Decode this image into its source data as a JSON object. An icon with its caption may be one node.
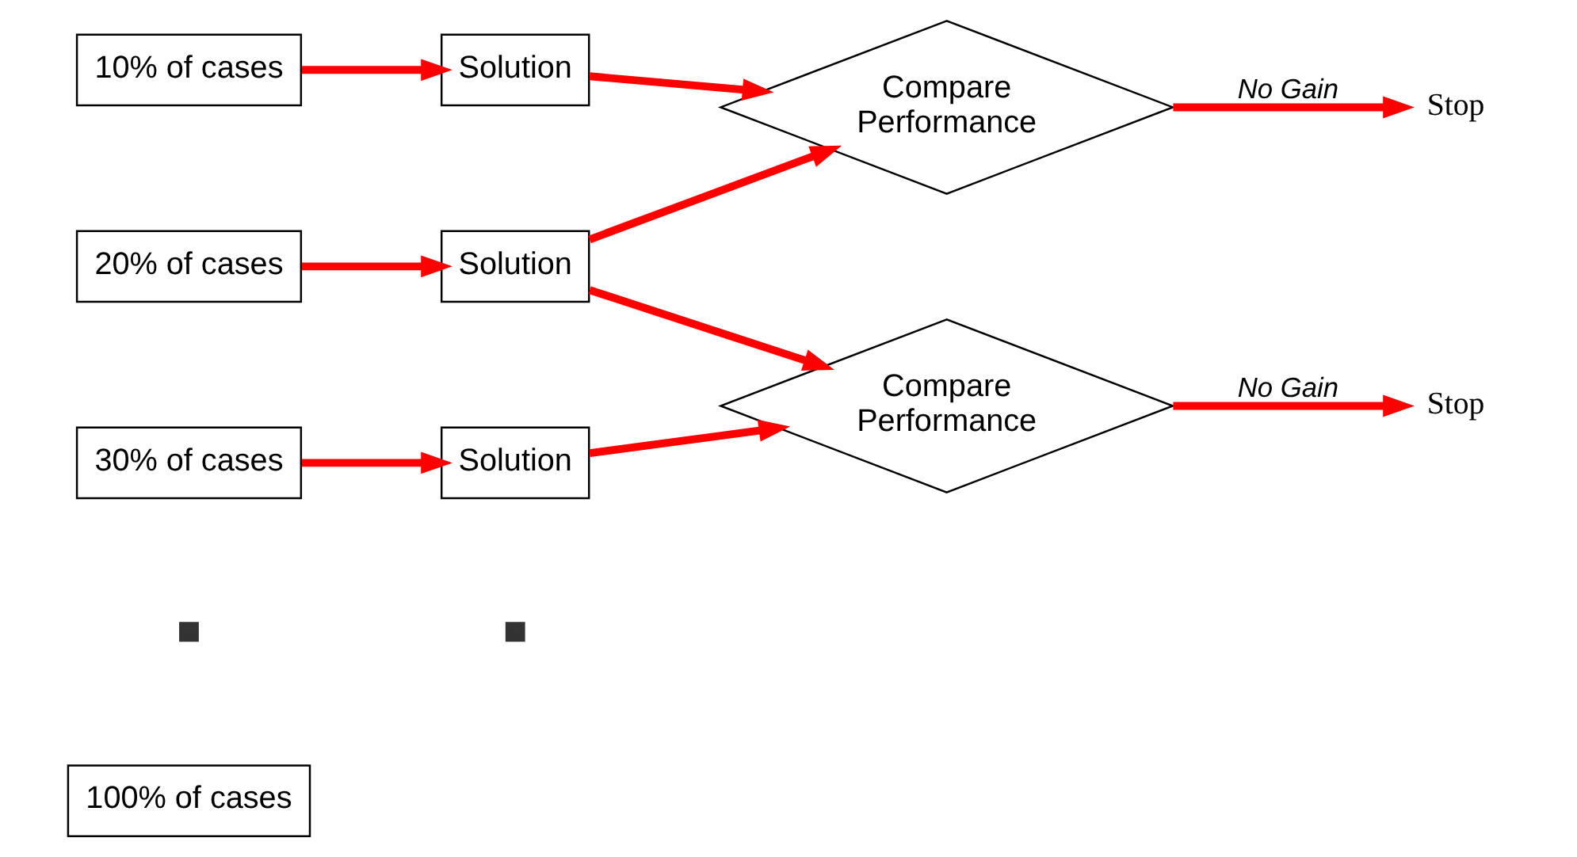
{
  "diagram": {
    "nodes": [
      {
        "text": [
          "10% of cases"
        ]
      },
      {
        "text": [
          "Solution"
        ]
      },
      {
        "text": [
          "Compare Performance"
        ]
      },
      {
        "text": [
          "Stop"
        ]
      },
      {
        "text": [
          "20% of cases"
        ]
      },
      {
        "text": [
          "Solution"
        ]
      },
      {
        "text": [
          "Compare Performance"
        ]
      },
      {
        "text": [
          "Stop"
        ]
      },
      {
        "text": [
          "30% of cases"
        ]
      },
      {
        "text": [
          "Solution"
        ]
      },
      {
        "text": [
          "100% of cases"
        ]
      }
    ],
    "edges": [
      {
        "from": 0,
        "to": 1,
        "arrow": "to"
      },
      {
        "from": 1,
        "to": 2,
        "arrow": "to"
      },
      {
        "from": 2,
        "to": 3,
        "arrow": "to",
        "label": "No Gain"
      },
      {
        "from": 4,
        "to": 5,
        "arrow": "to"
      },
      {
        "from": 5,
        "to": 2,
        "arrow": "to"
      },
      {
        "from": 5,
        "to": 6,
        "arrow": "to"
      },
      {
        "from": 6,
        "to": 7,
        "arrow": "to",
        "label": "No Gain"
      },
      {
        "from": 8,
        "to": 9,
        "arrow": "to"
      },
      {
        "from": 9,
        "to": 6,
        "arrow": "to"
      }
    ]
  }
}
